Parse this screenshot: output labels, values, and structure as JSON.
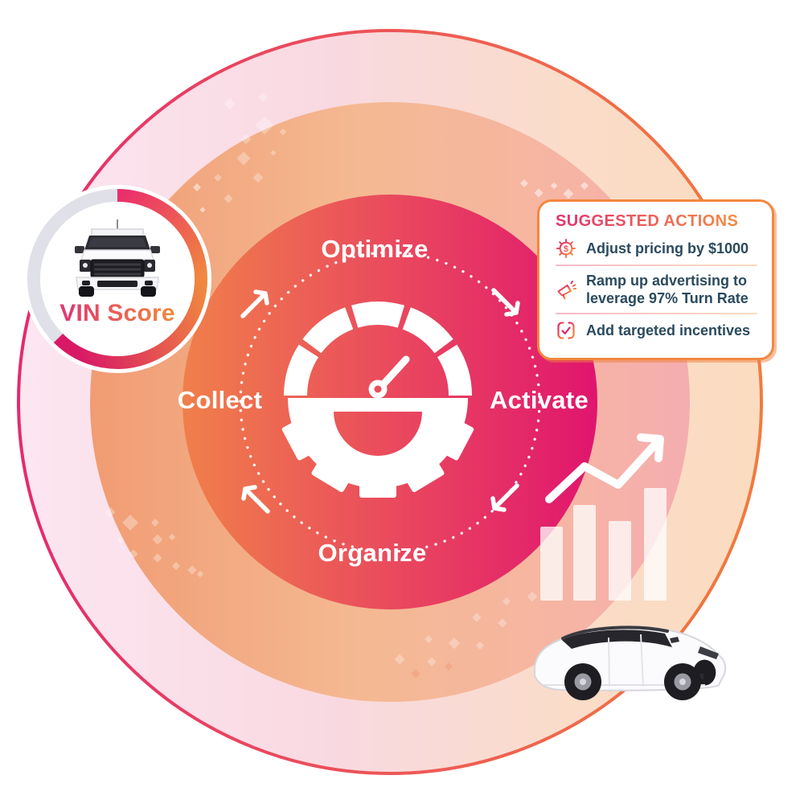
{
  "cycle": {
    "center_icon": "gauge-gear-icon",
    "flow": "clockwise",
    "labels": {
      "top": "Optimize",
      "right": "Activate",
      "bottom": "Organize",
      "left": "Collect"
    }
  },
  "vin_badge": {
    "label": "VIN Score",
    "image": "pickup-truck-front"
  },
  "suggested_actions": {
    "title": "SUGGESTED ACTIONS",
    "items": [
      {
        "icon": "gear-dollar-icon",
        "text": "Adjust pricing by $1000"
      },
      {
        "icon": "megaphone-icon",
        "text": "Ramp up advertising to leverage 97% Turn Rate"
      },
      {
        "icon": "checkbox-check-icon",
        "text": "Add targeted incentives"
      }
    ]
  },
  "decor": {
    "images": [
      "bar-chart-with-trend-arrow",
      "white-suv"
    ],
    "diamond_confetti": true
  },
  "colors": {
    "accent_pink": "#e2246d",
    "accent_orange": "#f0833e",
    "inner_circle_left": "#f07f4a",
    "inner_circle_right": "#e0156e",
    "text_dark": "#2b4a5e",
    "card_border": "#f2873f",
    "ring_gray": "#dfe0e8"
  }
}
